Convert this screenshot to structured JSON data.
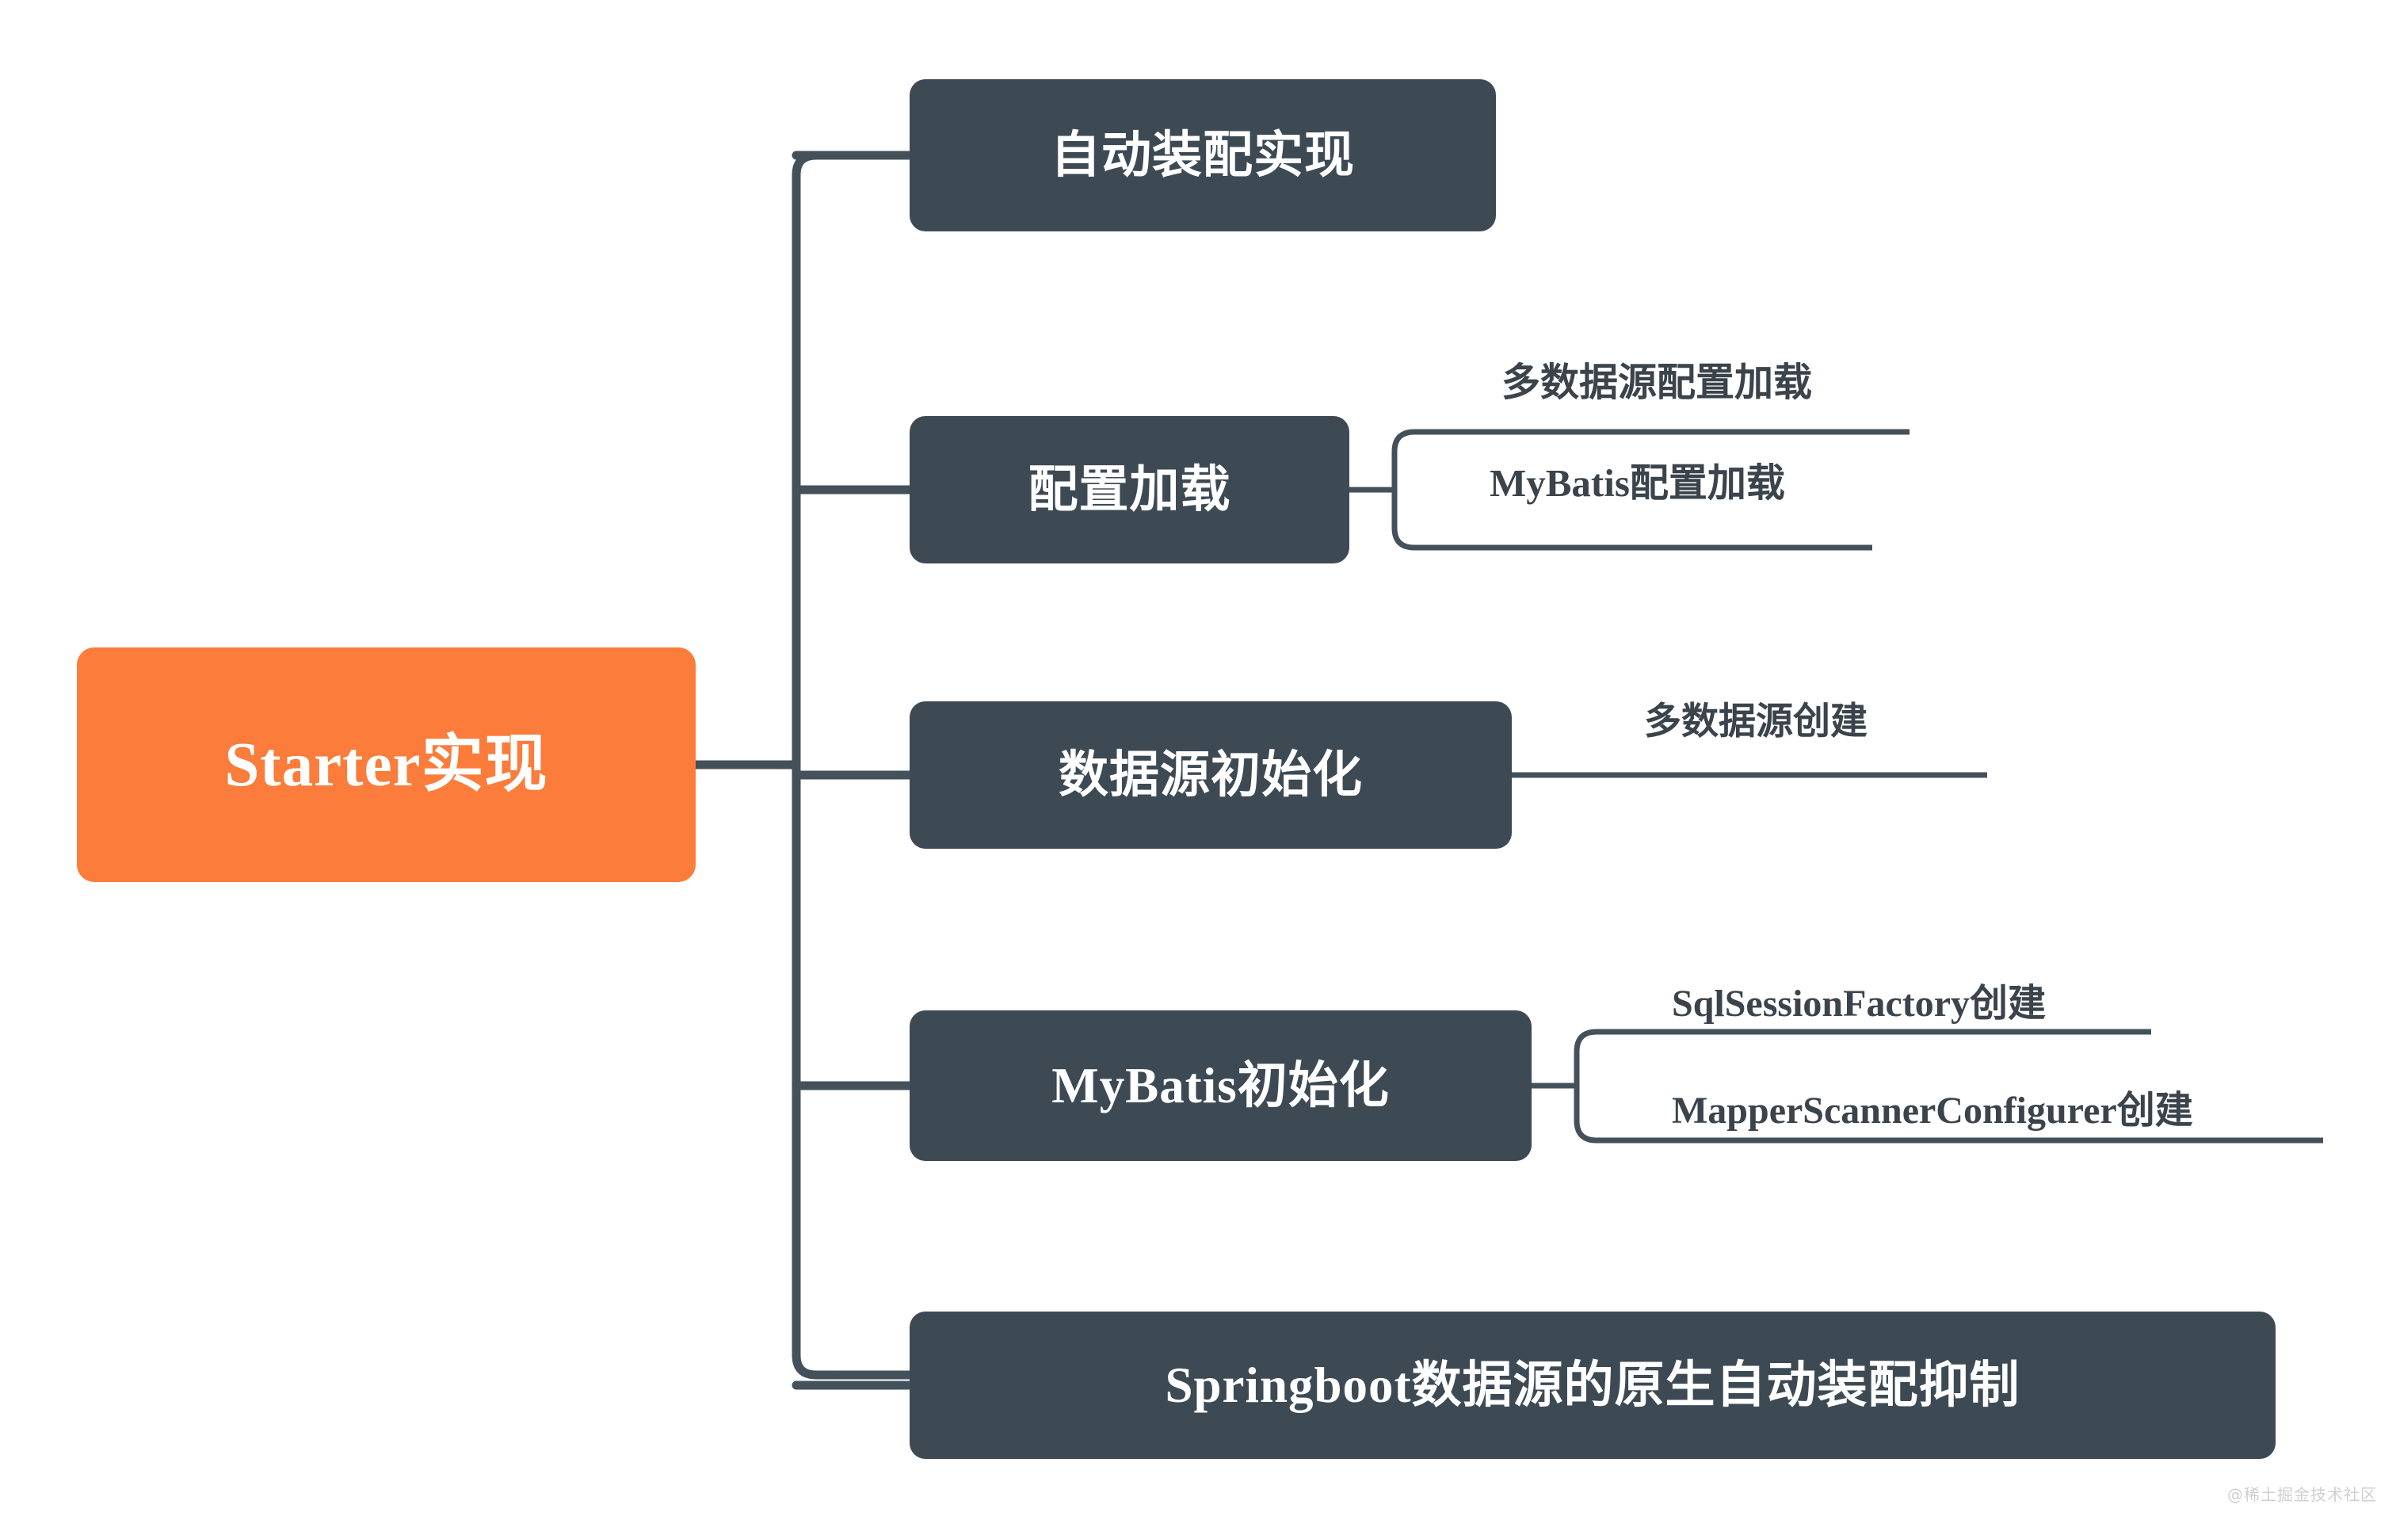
{
  "diagram": {
    "type": "mindmap",
    "orientation": "left-to-right",
    "root": {
      "label": "Starter实现",
      "color": "#fb7c3b",
      "text_color": "#ffffff"
    },
    "node_color": "#3d4a54",
    "node_text_color": "#ffffff",
    "leaf_text_color": "#3b434b",
    "connector_color": "#44505a",
    "background": "#ffffff",
    "branches": [
      {
        "label": "自动装配实现",
        "children": []
      },
      {
        "label": "配置加载",
        "children": [
          {
            "label": "多数据源配置加载"
          },
          {
            "label": "MyBatis配置加载"
          }
        ]
      },
      {
        "label": "数据源初始化",
        "children": [
          {
            "label": "多数据源创建"
          }
        ]
      },
      {
        "label": "MyBatis初始化",
        "children": [
          {
            "label": "SqlSessionFactory创建"
          },
          {
            "label": "MapperScannerConfigurer创建"
          }
        ]
      },
      {
        "label": "Springboot数据源的原生自动装配抑制",
        "children": []
      }
    ]
  },
  "watermark": {
    "text": "@稀土掘金技术社区"
  }
}
